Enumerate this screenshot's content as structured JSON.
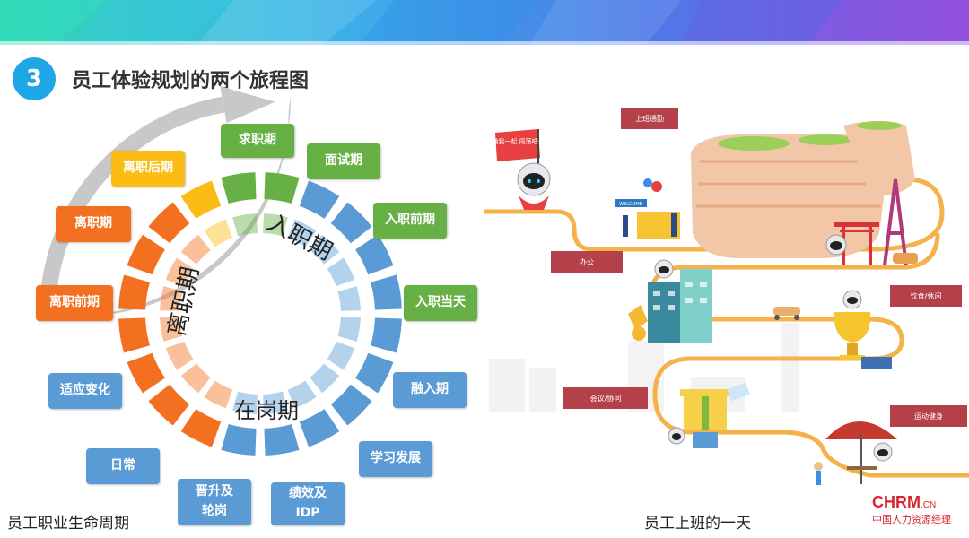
{
  "header": {
    "number": "3",
    "title": "员工体验规划的两个旅程图"
  },
  "lifecycle": {
    "caption": "员工职业生命周期",
    "inner_labels": {
      "onboarding": "入职期",
      "tenure": "在岗期",
      "departure": "离职期"
    },
    "stages": [
      {
        "key": "seeking",
        "label": "求职期",
        "color": "#67b046"
      },
      {
        "key": "interview",
        "label": "面试期",
        "color": "#67b046"
      },
      {
        "key": "pre_entry",
        "label": "入职前期",
        "color": "#67b046"
      },
      {
        "key": "entry_day",
        "label": "入职当天",
        "color": "#67b046"
      },
      {
        "key": "integration",
        "label": "融入期",
        "color": "#5b9bd5"
      },
      {
        "key": "development",
        "label": "学习发展",
        "color": "#5b9bd5"
      },
      {
        "key": "performance",
        "label": "绩效及\nIDP",
        "color": "#5b9bd5"
      },
      {
        "key": "promotion",
        "label": "晋升及\n轮岗",
        "color": "#5b9bd5"
      },
      {
        "key": "daily",
        "label": "日常",
        "color": "#5b9bd5"
      },
      {
        "key": "adapt",
        "label": "适应变化",
        "color": "#5b9bd5"
      },
      {
        "key": "pre_leave",
        "label": "离职前期",
        "color": "#f37021"
      },
      {
        "key": "leaving",
        "label": "离职期",
        "color": "#f37021"
      },
      {
        "key": "post_leave",
        "label": "离职后期",
        "color": "#fbbd14"
      }
    ]
  },
  "workday": {
    "caption": "员工上班的一天",
    "stops": [
      {
        "key": "commute",
        "label": "上班通勤"
      },
      {
        "key": "office",
        "label": "办公"
      },
      {
        "key": "dining",
        "label": "饮食/休闲"
      },
      {
        "key": "meeting",
        "label": "会议/协同"
      },
      {
        "key": "sports",
        "label": "运动健身"
      }
    ],
    "flag_text": "随我一起 闯荡吧~",
    "welcome_sign": "WELCOME"
  },
  "logo": {
    "main": "CHRM",
    "suffix": ".CN",
    "sub": "中国人力资源经理"
  },
  "colors": {
    "green": "#67b046",
    "blue": "#5b9bd5",
    "orange": "#f37021",
    "yellow": "#fbbd14",
    "accent": "#1ea6e6",
    "tag": "#b4414a",
    "road": "#f5b24a"
  }
}
